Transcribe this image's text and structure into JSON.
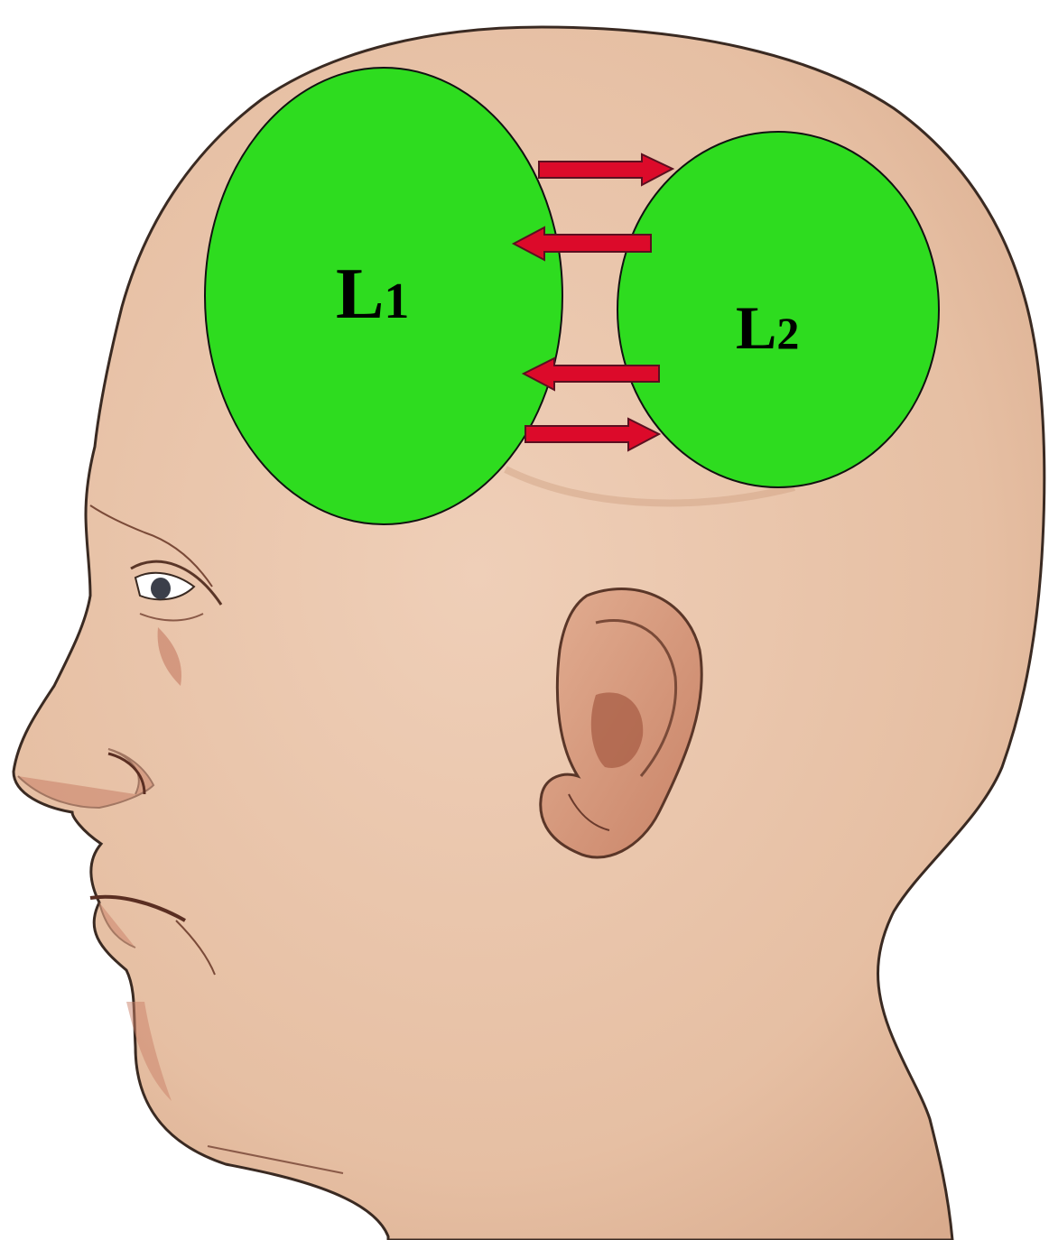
{
  "diagram": {
    "background": "head-profile-illustration",
    "colors": {
      "skin": "#e9c2a6",
      "skin_outline": "#3a2a22",
      "shading": "#b8684f",
      "bubble_fill": "#2edc1f",
      "bubble_stroke": "#111111",
      "arrow_fill": "#dc0a2a",
      "arrow_stroke": "#5a1020"
    },
    "nodes": [
      {
        "id": "L1",
        "letter": "L",
        "sub": "1"
      },
      {
        "id": "L2",
        "letter": "L",
        "sub": "2"
      }
    ],
    "arrows": [
      {
        "from": "L1",
        "to": "L2"
      },
      {
        "from": "L2",
        "to": "L1"
      },
      {
        "from": "L2",
        "to": "L1"
      },
      {
        "from": "L1",
        "to": "L2"
      }
    ]
  }
}
